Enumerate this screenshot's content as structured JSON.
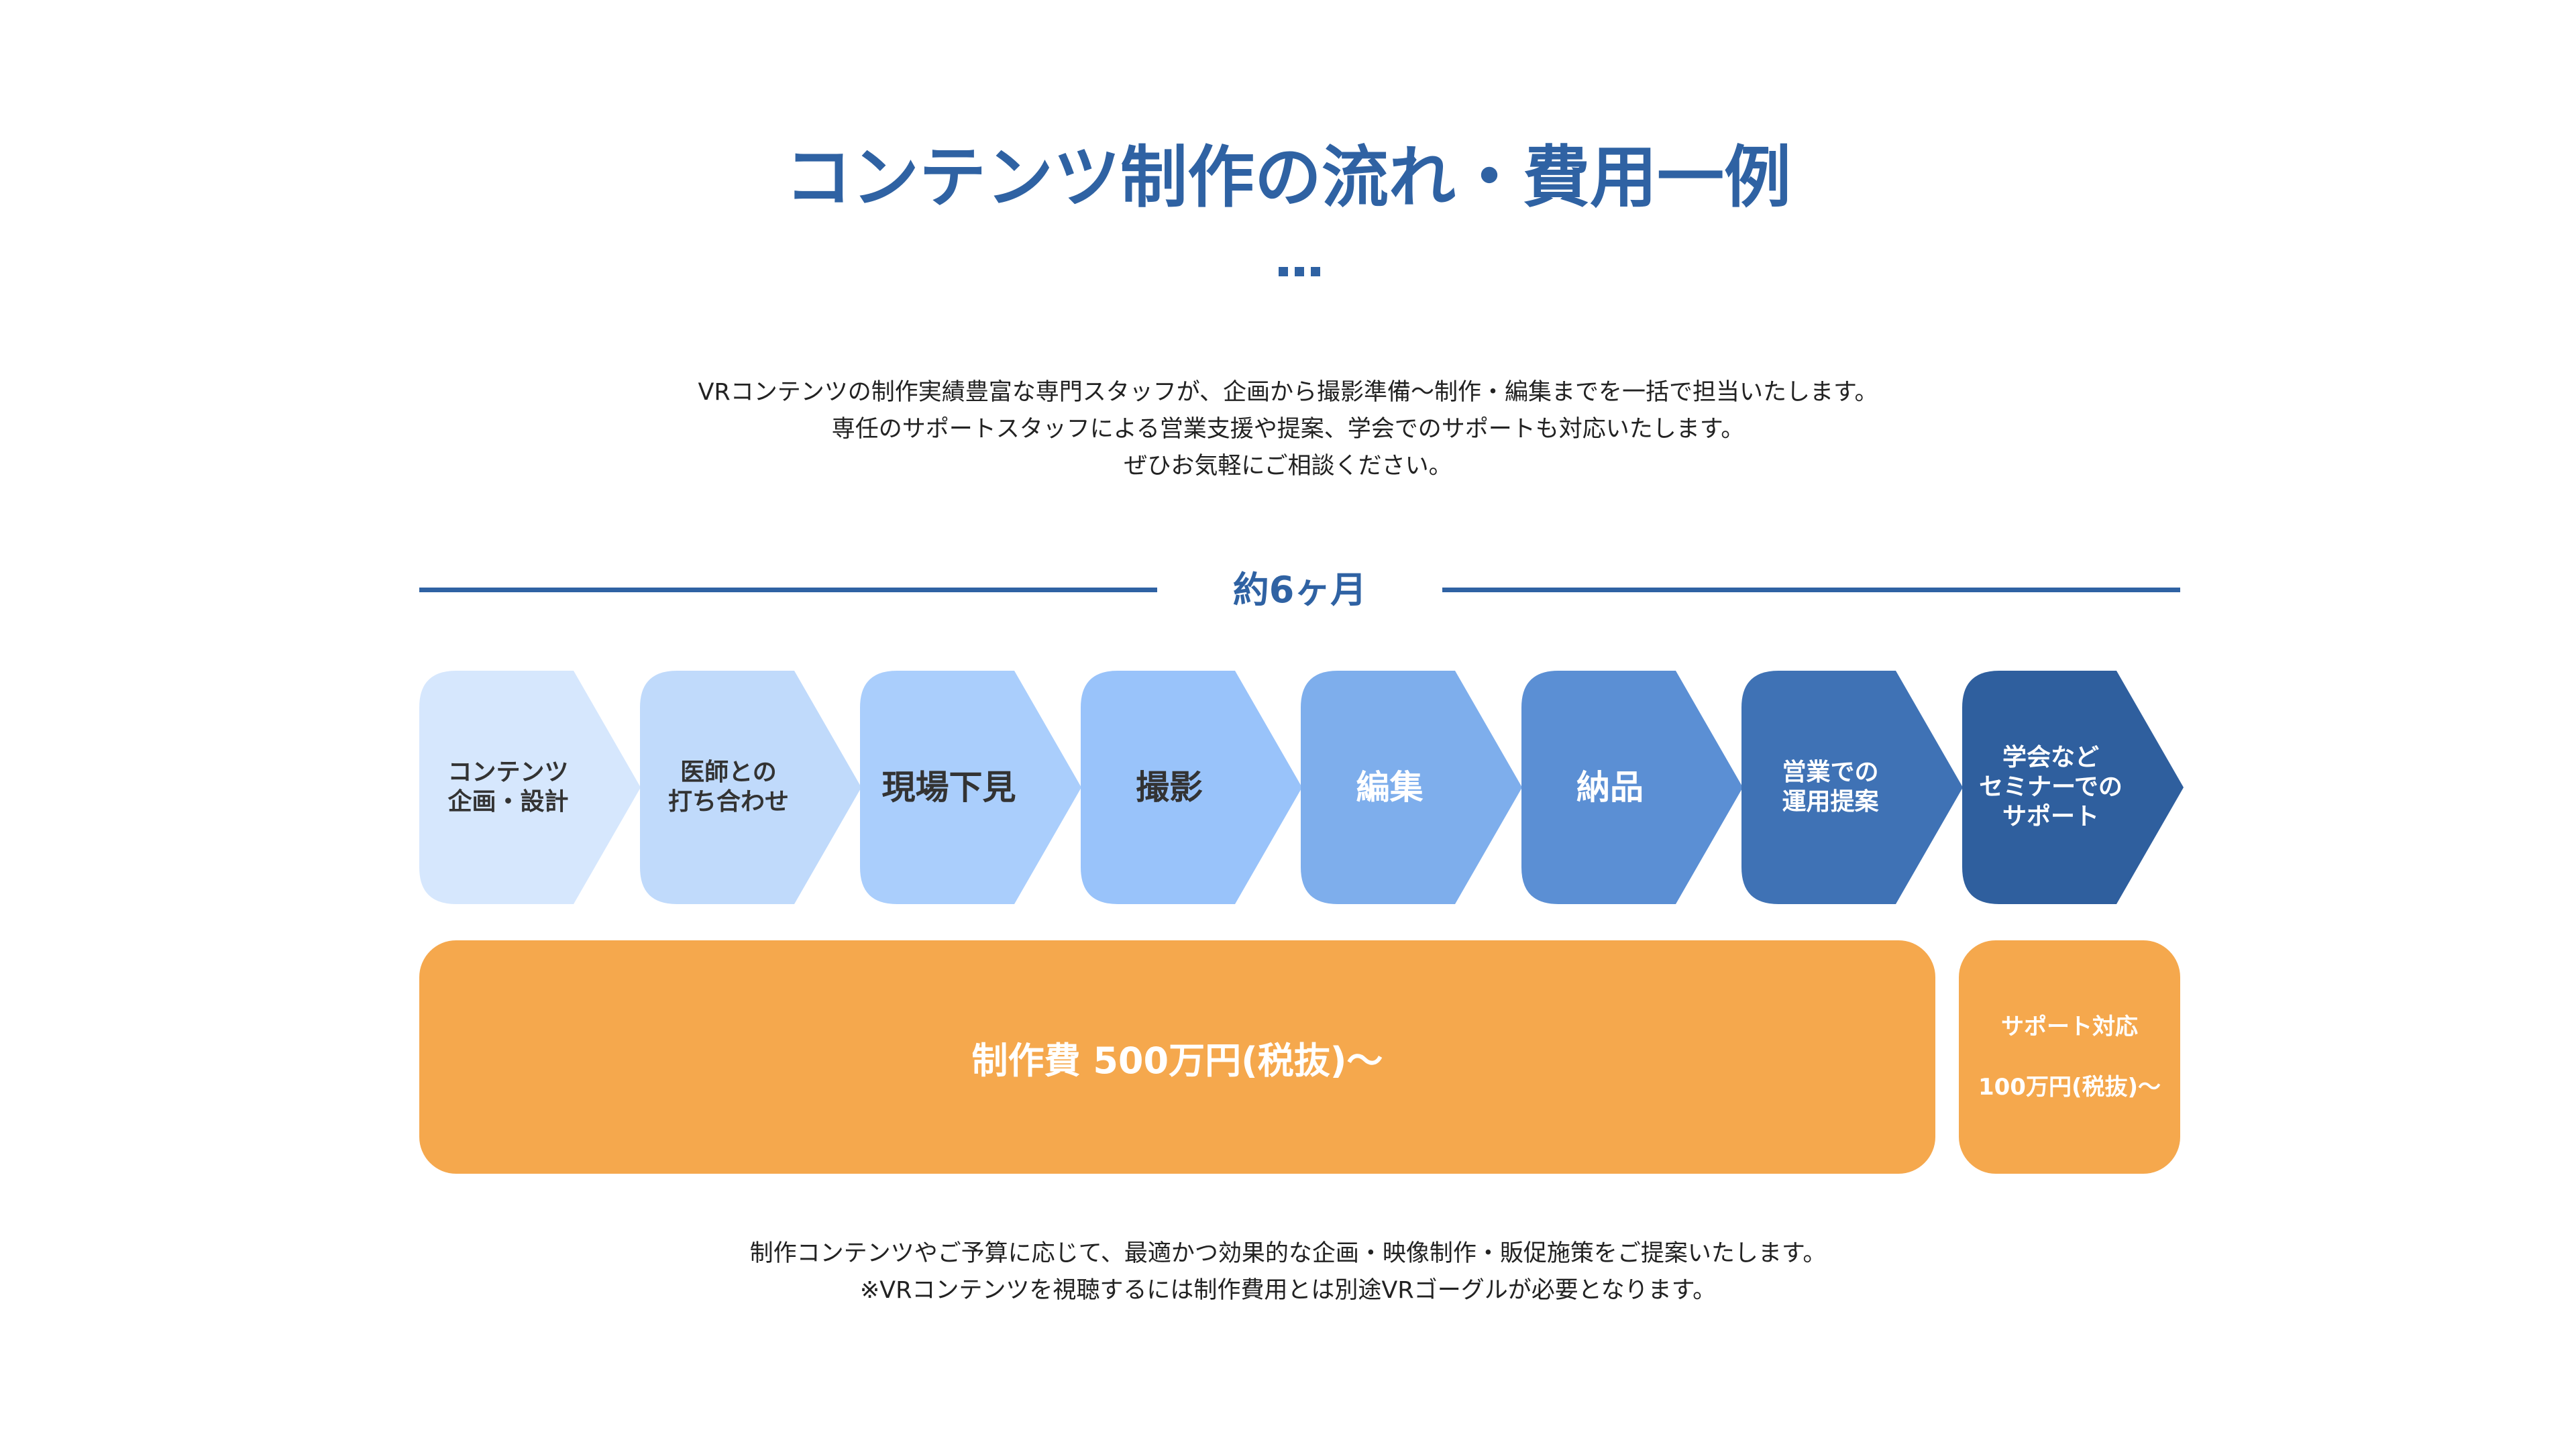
{
  "header": {
    "title": "コンテンツ制作の流れ・費用一例"
  },
  "intro": {
    "lines": [
      "VRコンテンツの制作実績豊富な専門スタッフが、企画から撮影準備〜制作・編集までを一括で担当いたします。",
      "専任のサポートスタッフによる営業支援や提案、学会でのサポートも対応いたします。",
      "ぜひお気軽にご相談ください。"
    ]
  },
  "timeline": {
    "duration_label": "約6ヶ月",
    "line_color": "#2f62a3"
  },
  "steps": [
    {
      "label": "コンテンツ\n企画・設計",
      "fill": "#d6e7fd",
      "text_color": "#333333",
      "size": "small"
    },
    {
      "label": "医師との\n打ち合わせ",
      "fill": "#c0dafb",
      "text_color": "#333333",
      "size": "small"
    },
    {
      "label": "現場下見",
      "fill": "#aacefc",
      "text_color": "#333333",
      "size": "large"
    },
    {
      "label": "撮影",
      "fill": "#99c3fa",
      "text_color": "#333333",
      "size": "large"
    },
    {
      "label": "編集",
      "fill": "#7eaeec",
      "text_color": "#ffffff",
      "size": "large"
    },
    {
      "label": "納品",
      "fill": "#5b8fd4",
      "text_color": "#ffffff",
      "size": "large"
    },
    {
      "label": "営業での\n運用提案",
      "fill": "#3f72b5",
      "text_color": "#ffffff",
      "size": "small"
    },
    {
      "label": "学会など\nセミナーでの\nサポート",
      "fill": "#2f5f9e",
      "text_color": "#ffffff",
      "size": "small"
    }
  ],
  "costs": {
    "production": "制作費 500万円(税抜)〜",
    "support_title": "サポート対応",
    "support_price": "100万円(税抜)〜",
    "color": "#f5a84d"
  },
  "footer": {
    "lines": [
      "制作コンテンツやご予算に応じて、最適かつ効果的な企画・映像制作・販促施策をご提案いたします。",
      "※VRコンテンツを視聴するには制作費用とは別途VRゴーグルが必要となります。"
    ]
  }
}
